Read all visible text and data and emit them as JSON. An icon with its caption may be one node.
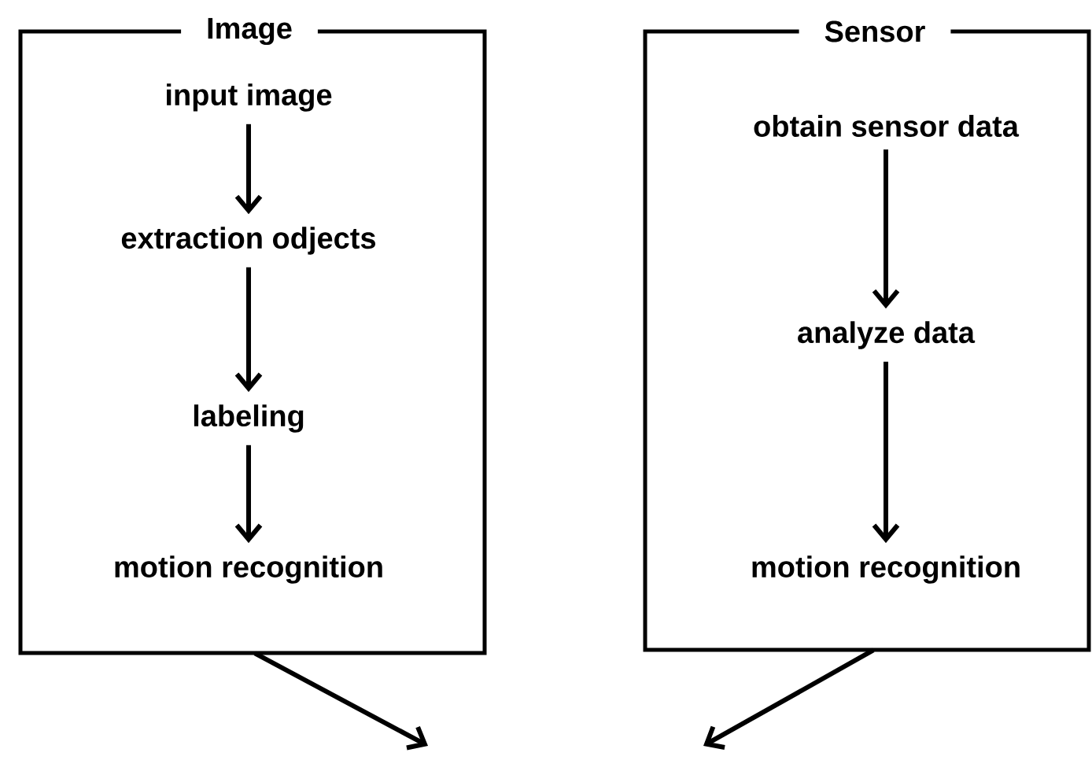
{
  "diagram": {
    "nodes": [
      {
        "text": [
          "Image"
        ]
      },
      {
        "text": [
          "input image"
        ],
        "in": 0
      },
      {
        "text": [
          "extraction odjects"
        ],
        "in": 0
      },
      {
        "text": [
          "labeling"
        ],
        "in": 0
      },
      {
        "text": [
          "motion recognition"
        ],
        "in": 0
      },
      {
        "text": [
          "Sensor"
        ]
      },
      {
        "text": [
          "obtain sensor data"
        ],
        "in": 5
      },
      {
        "text": [
          "analyze data"
        ],
        "in": 5
      },
      {
        "text": [
          "motion recognition"
        ],
        "in": 5
      }
    ],
    "edges": [
      {
        "from": 1,
        "to": 2,
        "arrow": "to"
      },
      {
        "from": 2,
        "to": 3,
        "arrow": "to"
      },
      {
        "from": 3,
        "to": 4,
        "arrow": "to"
      },
      {
        "from": 6,
        "to": 7,
        "arrow": "to"
      },
      {
        "from": 7,
        "to": 8,
        "arrow": "to"
      },
      {
        "from": 0,
        "to": null,
        "arrow": "to"
      },
      {
        "from": 5,
        "to": null,
        "arrow": "to"
      }
    ]
  }
}
